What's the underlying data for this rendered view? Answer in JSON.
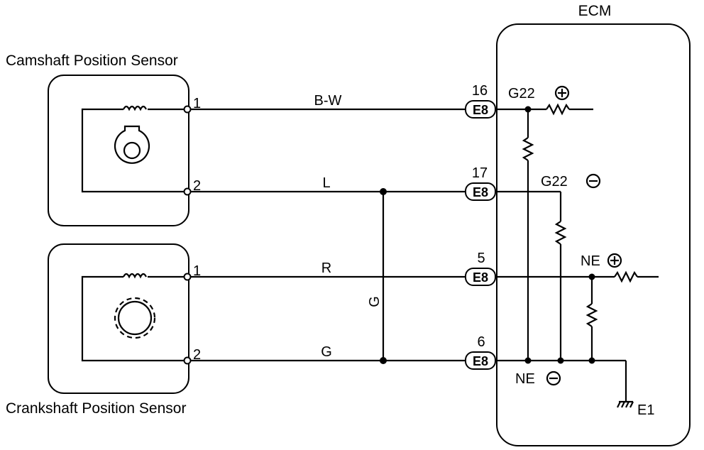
{
  "ecm": {
    "title": "ECM"
  },
  "sensors": {
    "camshaft": {
      "title": "Camshaft Position Sensor",
      "pin1": "1",
      "pin2": "2"
    },
    "crankshaft": {
      "title": "Crankshaft Position Sensor",
      "pin1": "1",
      "pin2": "2"
    }
  },
  "wires": {
    "cam_pin1": "B-W",
    "cam_pin2": "L",
    "crank_pin1": "R",
    "crank_pin2": "G",
    "vertical_link": "G"
  },
  "connectors": [
    {
      "pin": "16",
      "name": "E8"
    },
    {
      "pin": "17",
      "name": "E8"
    },
    {
      "pin": "5",
      "name": "E8"
    },
    {
      "pin": "6",
      "name": "E8"
    }
  ],
  "terminals": {
    "g22_plus": "G22",
    "g22_minus": "G22",
    "ne_plus": "NE",
    "ne_minus": "NE",
    "ground": "E1"
  }
}
